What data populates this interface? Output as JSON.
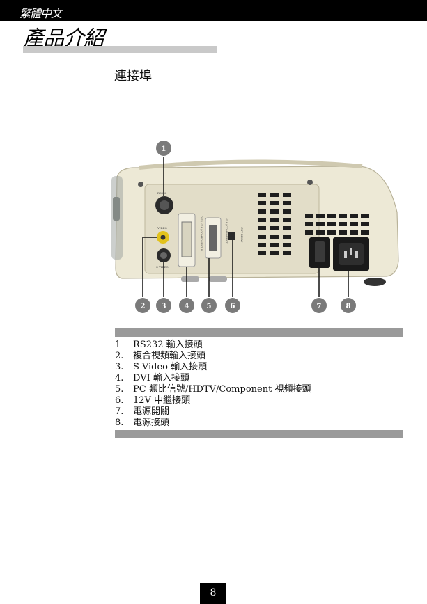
{
  "header": {
    "language": "繁體中文",
    "chapter_title": "產品介紹"
  },
  "section_title": "連接埠",
  "callouts": [
    "1",
    "2",
    "3",
    "4",
    "5",
    "6",
    "7",
    "8"
  ],
  "panel_labels": {
    "rs232": "RS232",
    "video": "VIDEO",
    "svideo": "S-VIDEO",
    "dvi": "DVI / VGA / COMPONENT P",
    "vga": "VGA / COMPONENT",
    "relay": "+12V RELAY"
  },
  "connectors": [
    {
      "num": "1",
      "label": "RS232 輸入接頭"
    },
    {
      "num": "2.",
      "label": "複合視頻輸入接頭"
    },
    {
      "num": "3.",
      "label": "S-Video 輸入接頭"
    },
    {
      "num": "4.",
      "label": "DVI 輸入接頭"
    },
    {
      "num": "5.",
      "label": "PC 類比信號/HDTV/Component 視頻接頭"
    },
    {
      "num": "6.",
      "label": "12V 中繼接頭"
    },
    {
      "num": "7.",
      "label": "電源開關"
    },
    {
      "num": "8.",
      "label": "電源接頭"
    }
  ],
  "page_number": "8",
  "colors": {
    "header_bg": "#000000",
    "table_bar": "#9a9a9a",
    "callout": "#7a7a7a",
    "chassis": "#ede9d6"
  }
}
